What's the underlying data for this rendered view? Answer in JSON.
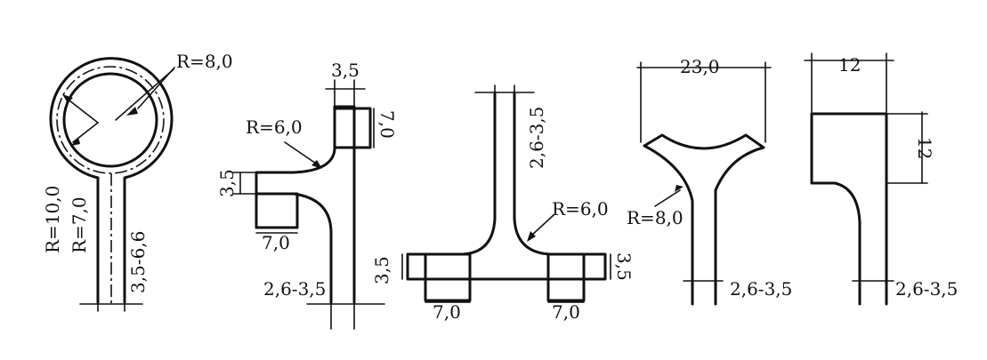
{
  "figure1": {
    "r_outer": "R=10,0",
    "r_inner": "R=7,0",
    "r_ring": "R=8,0",
    "stem_width": "3,5-6,6"
  },
  "figure2": {
    "radius": "R=6,0",
    "top_width": "3,5",
    "top_height": "7,0",
    "branch_height": "3,5",
    "branch_length": "7,0",
    "stem_width": "2,6-3,5"
  },
  "figure3": {
    "stem_width": "2,6-3,5",
    "radius": "R=6,0",
    "left_height": "3,5",
    "right_height": "3,5",
    "left_length": "7,0",
    "right_length": "7,0"
  },
  "figure4": {
    "top_width": "23,0",
    "radius": "R=8,0",
    "stem_width": "2,6-3,5"
  },
  "figure5": {
    "top_width": "12",
    "step_height": "12",
    "stem_width": "2,6-3,5"
  }
}
